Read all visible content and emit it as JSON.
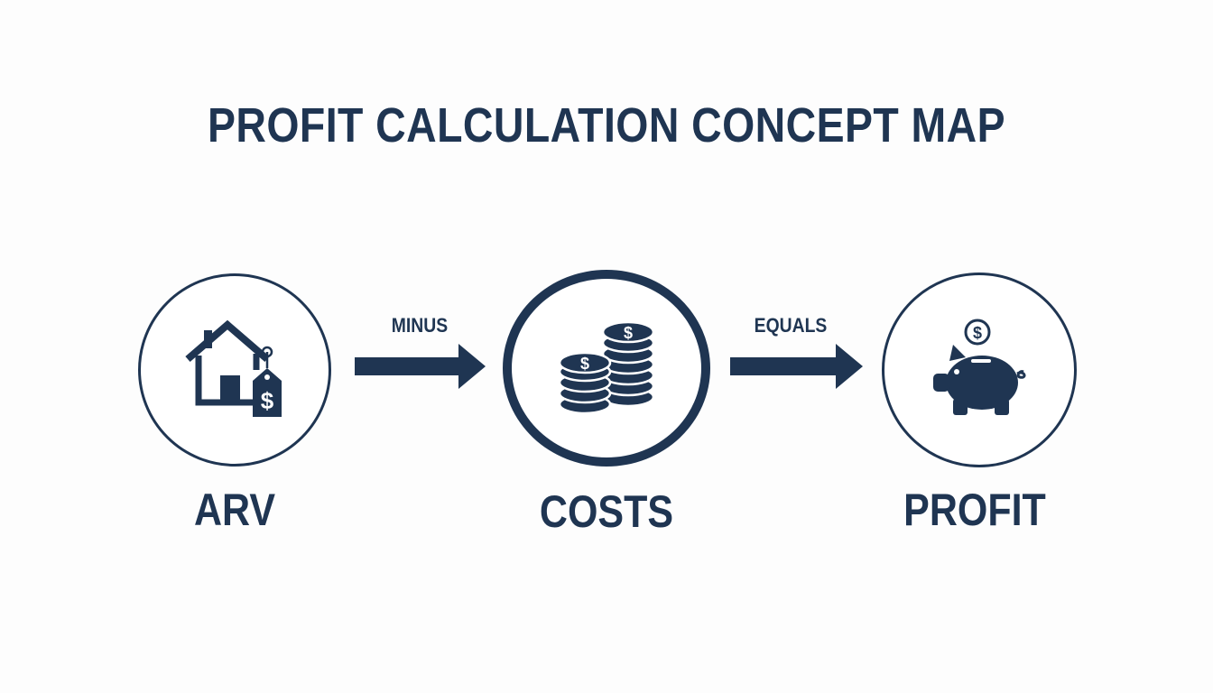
{
  "title": "PROFIT CALCULATION CONCEPT MAP",
  "colors": {
    "primary": "#1f3552",
    "background": "#fdfdfd"
  },
  "nodes": [
    {
      "label": "ARV",
      "icon": "house-price-tag-icon"
    },
    {
      "label": "COSTS",
      "icon": "coin-stacks-icon"
    },
    {
      "label": "PROFIT",
      "icon": "piggy-bank-icon"
    }
  ],
  "operators": [
    {
      "label": "MINUS"
    },
    {
      "label": "EQUALS"
    }
  ]
}
